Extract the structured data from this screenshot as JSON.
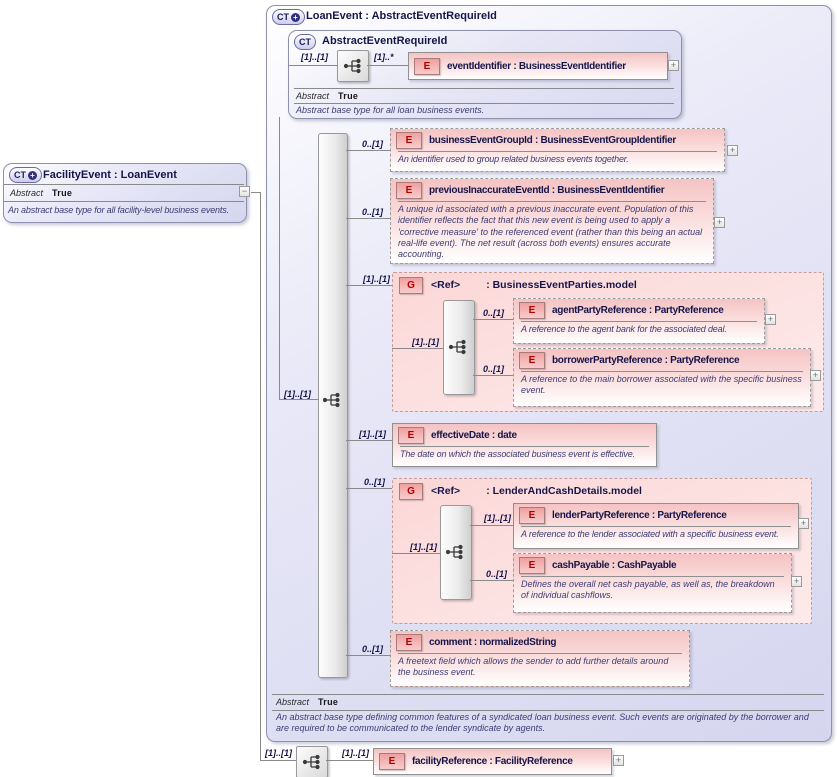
{
  "ui": {
    "expand": "+",
    "collapse": "−"
  },
  "colors": {
    "complex_type_fill": "#d5d5ef",
    "element_fill": "#f5c3c3",
    "group_fill": "#fbd7d7",
    "badge_letter": "#b00000",
    "title_text": "#15154a",
    "annotation_text": "#3c3c74",
    "connector_line": "#8a8a8a"
  },
  "facility_event": {
    "badge": "CT",
    "title": "FacilityEvent : LoanEvent",
    "abstract_label": "Abstract",
    "abstract_value": "True",
    "annotation": "An abstract base type for all facility-level business events."
  },
  "loan_event": {
    "badge": "CT",
    "title": "LoanEvent : AbstractEventRequireId",
    "content_cardinality": "[1]..[1]",
    "abstract_label": "Abstract",
    "abstract_value": "True",
    "annotation": "An abstract base type defining common features of a syndicated loan business event. Such events are originated by the borrower and are required to be communicated to the lender syndicate by agents."
  },
  "abstract_event_require_id": {
    "badge": "CT",
    "title": "AbstractEventRequireId",
    "sequence_cardinality": "[1]..[1]",
    "abstract_label": "Abstract",
    "abstract_value": "True",
    "annotation": "Abstract base type for all loan business events.",
    "event_identifier": {
      "badge": "E",
      "cardinality": "[1]..*",
      "name": "eventIdentifier : BusinessEventIdentifier"
    }
  },
  "business_event_group_id": {
    "badge": "E",
    "cardinality": "0..[1]",
    "name": "businessEventGroupId : BusinessEventGroupIdentifier",
    "annotation": "An identifier used to group related business events together."
  },
  "previous_inaccurate_event_id": {
    "badge": "E",
    "cardinality": "0..[1]",
    "name": "previousInaccurateEventId : BusinessEventIdentifier",
    "annotation": "A unique id associated with a previous inaccurate event. Population of this identifier reflects the fact that this new event is being used to apply a 'corrective measure' to the referenced event (rather than this being an actual real-life event). The net result (across both events) ensures accurate accounting."
  },
  "business_event_parties": {
    "badge": "G",
    "cardinality": "[1]..[1]",
    "ref_label": "<Ref>",
    "type_label": ": BusinessEventParties.model",
    "sequence_cardinality": "[1]..[1]",
    "agent_party_reference": {
      "badge": "E",
      "cardinality": "0..[1]",
      "name": "agentPartyReference : PartyReference",
      "annotation": "A reference to the agent bank for the associated deal."
    },
    "borrower_party_reference": {
      "badge": "E",
      "cardinality": "0..[1]",
      "name": "borrowerPartyReference : PartyReference",
      "annotation": "A reference to the main borrower associated with the specific business event."
    }
  },
  "effective_date": {
    "badge": "E",
    "cardinality": "[1]..[1]",
    "name": "effectiveDate : date",
    "annotation": "The date on which the associated business event is effective."
  },
  "lender_and_cash_details": {
    "badge": "G",
    "cardinality": "0..[1]",
    "ref_label": "<Ref>",
    "type_label": ": LenderAndCashDetails.model",
    "sequence_cardinality": "[1]..[1]",
    "lender_party_reference": {
      "badge": "E",
      "cardinality": "[1]..[1]",
      "name": "lenderPartyReference : PartyReference",
      "annotation": "A reference to the lender associated with a specific business event."
    },
    "cash_payable": {
      "badge": "E",
      "cardinality": "0..[1]",
      "name": "cashPayable : CashPayable",
      "annotation": "Defines the overall net cash payable, as well as, the breakdown of individual cashflows."
    }
  },
  "comment": {
    "badge": "E",
    "cardinality": "0..[1]",
    "name": "comment : normalizedString",
    "annotation": "A freetext field which allows the sender to add further details around the business event."
  },
  "facility_reference": {
    "sequence_cardinality": "[1]..[1]",
    "cardinality": "[1]..[1]",
    "badge": "E",
    "name": "facilityReference : FacilityReference"
  }
}
